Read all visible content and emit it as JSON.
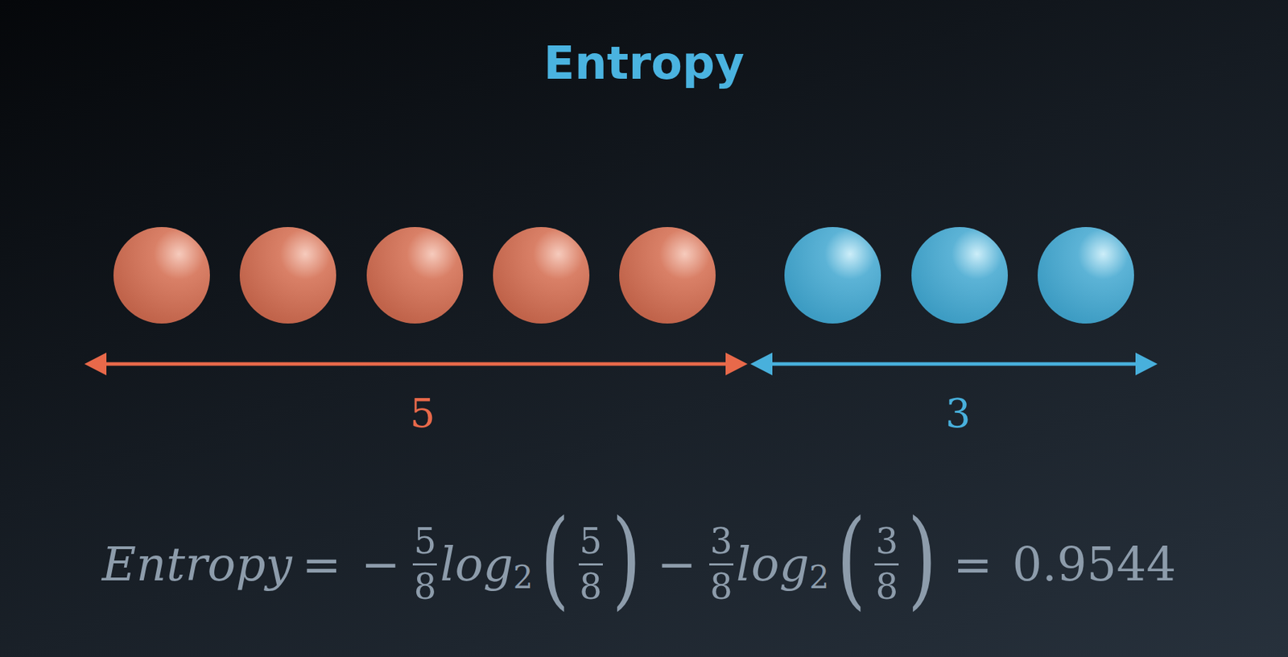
{
  "diagram": {
    "title": "Entropy",
    "labels": [
      "5",
      "3",
      "Entropy",
      "=",
      "−",
      "5",
      "8",
      "log",
      "2",
      "(",
      "5",
      "8",
      ")",
      "−",
      "3",
      "8",
      "log",
      "2",
      "(",
      "3",
      "8",
      ")",
      "=",
      "0.9544"
    ]
  }
}
